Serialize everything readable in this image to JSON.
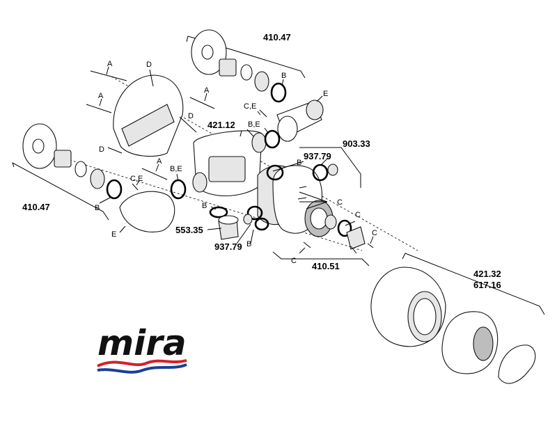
{
  "brand": {
    "logo_text": "mira",
    "red": "#d62027",
    "blue": "#1b3f95"
  },
  "labels": {
    "p410_47_top": "410.47",
    "p410_47_left": "410.47",
    "p421_12": "421.12",
    "p903_33": "903.33",
    "p937_79_top": "937.79",
    "p937_79_bottom": "937.79",
    "p553_35": "553.35",
    "p410_51": "410.51",
    "p421_32": "421.32",
    "p617_16": "617.16",
    "A": "A",
    "B": "B",
    "C": "C",
    "D": "D",
    "E": "E",
    "CE": "C,E",
    "BE": "B,E"
  }
}
